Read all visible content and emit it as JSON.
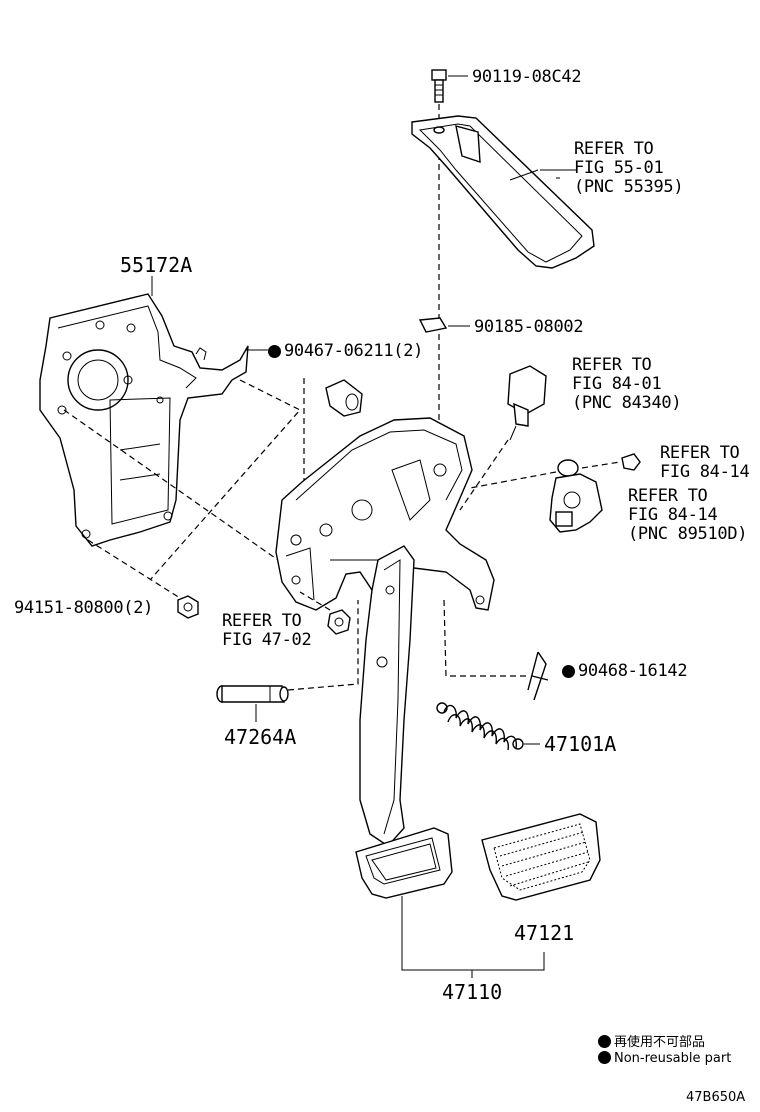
{
  "labels": {
    "bolt_top": "90119-08C42",
    "refer_5501": [
      "REFER TO",
      "FIG 55-01",
      "(PNC 55395)"
    ],
    "bracket": "55172A",
    "nut_90185": "90185-08002",
    "nut_90467": "90467-06211(2)",
    "refer_8401": [
      "REFER TO",
      "FIG 84-01",
      "(PNC 84340)"
    ],
    "refer_8414a": [
      "REFER TO",
      "FIG 84-14"
    ],
    "refer_8414b": [
      "REFER TO",
      "FIG 84-14",
      "(PNC 89510D)"
    ],
    "nut_94151": "94151-80800(2)",
    "refer_4702": [
      "REFER TO",
      "FIG 47-02"
    ],
    "clip": "90468-16142",
    "pin": "47264A",
    "spring": "47101A",
    "pad": "47121",
    "pedal": "47110"
  },
  "legend": {
    "jp": "再使用不可部品",
    "en": "Non-reusable part"
  },
  "figure_code": "47B650A"
}
